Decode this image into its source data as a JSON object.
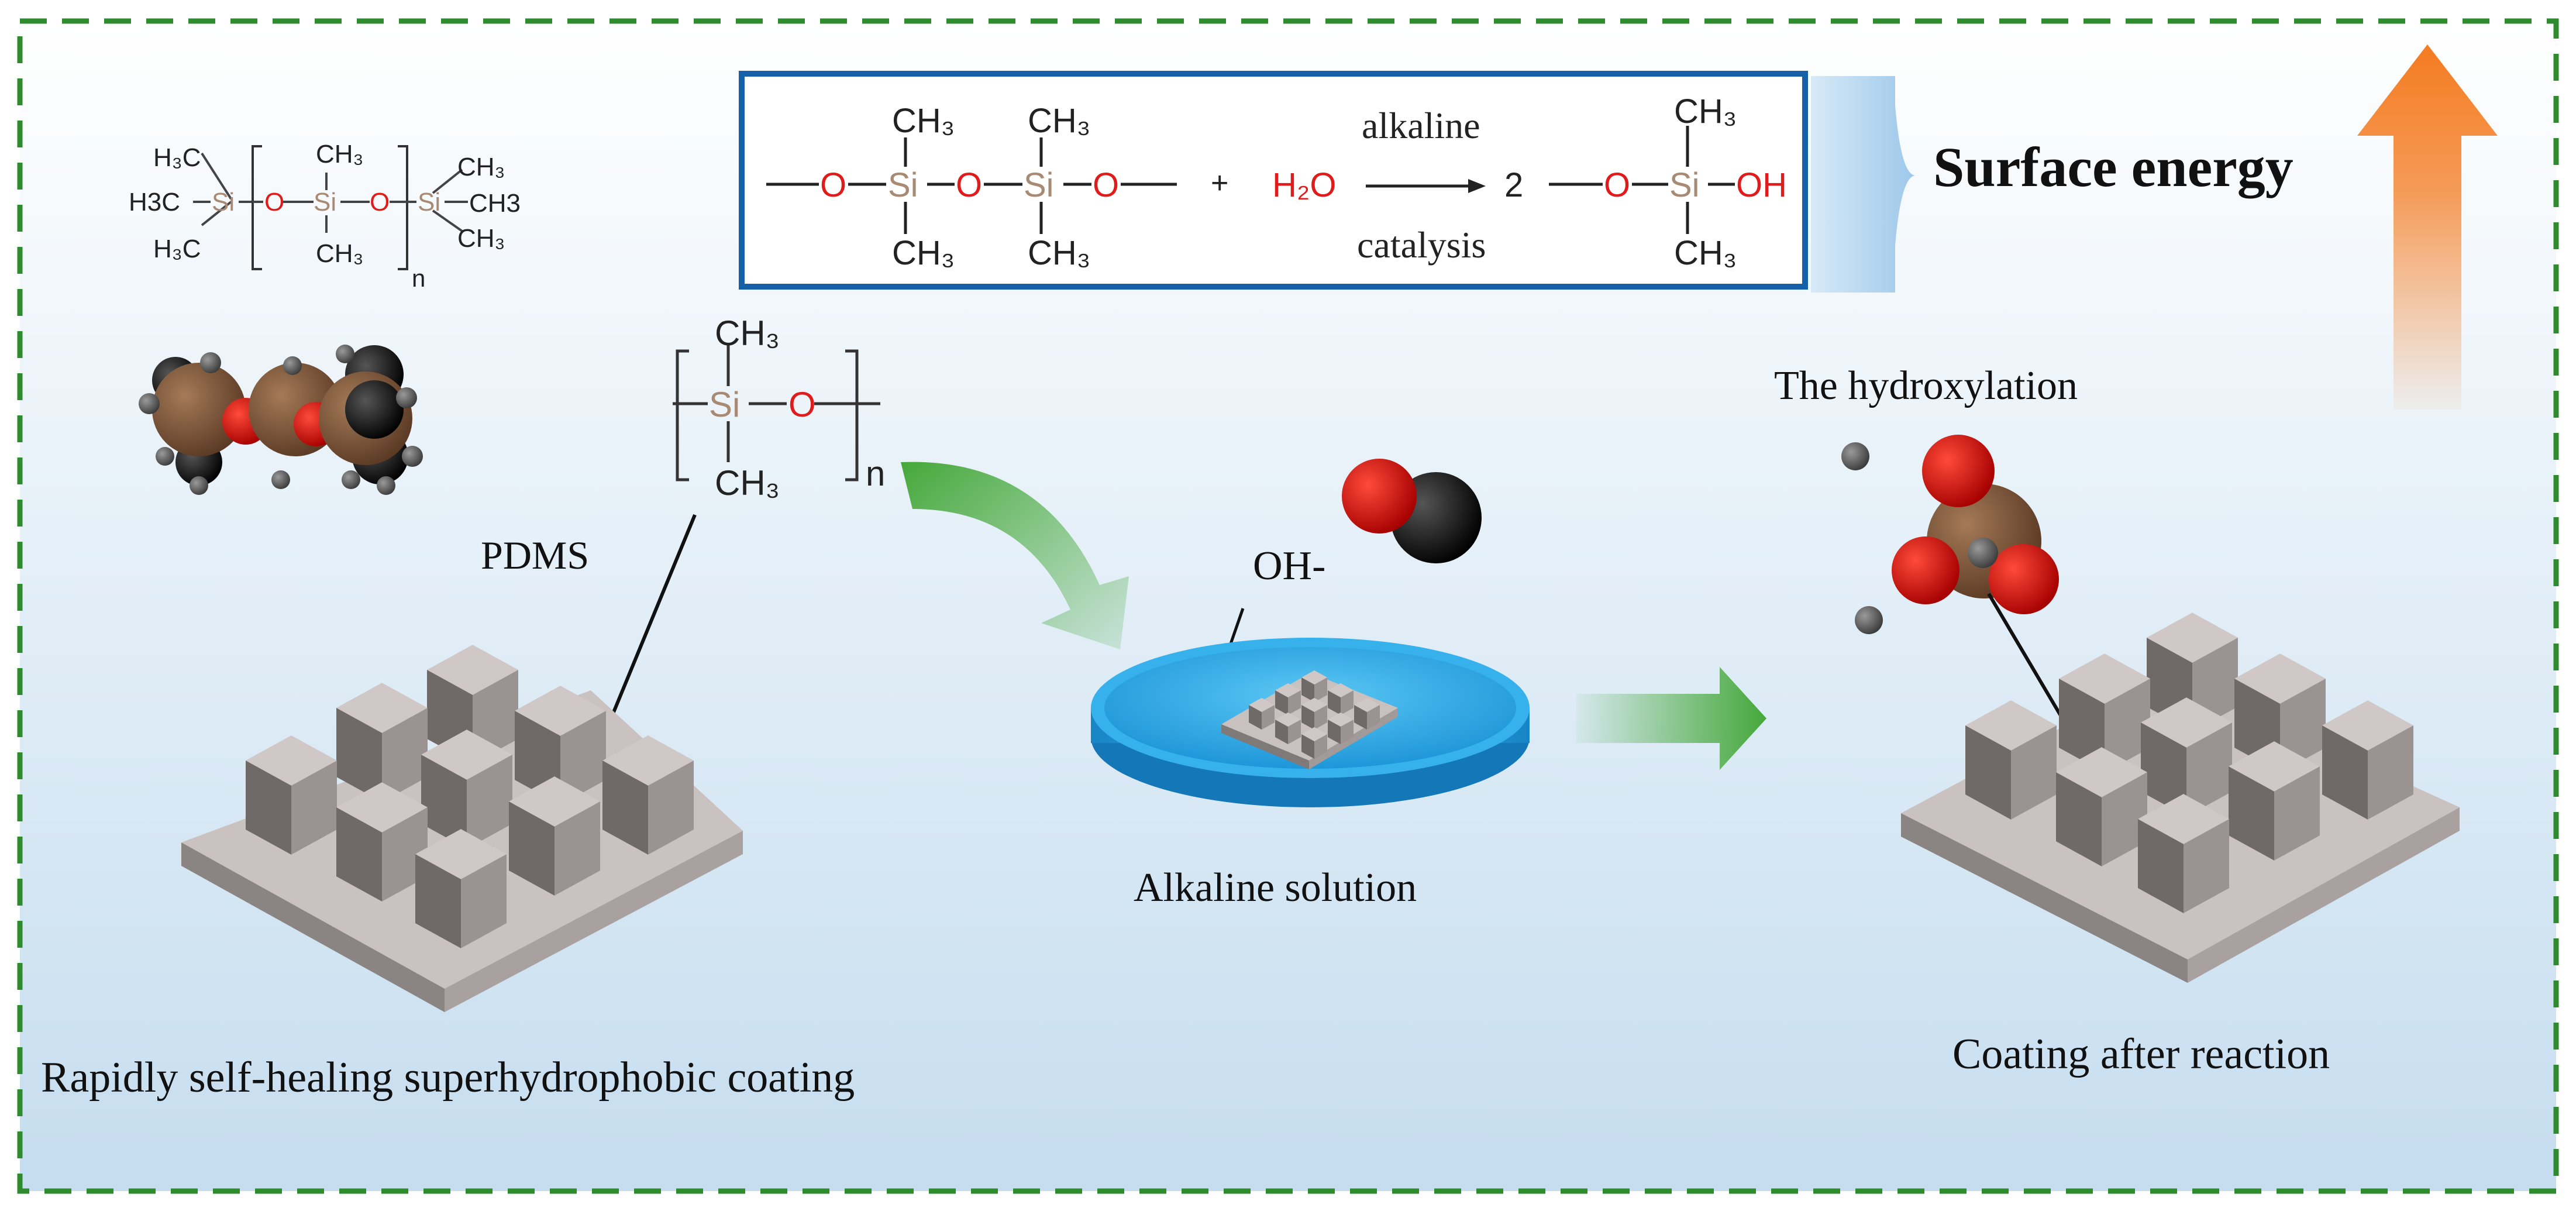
{
  "colors": {
    "frame_dash": "#2e8b2e",
    "background_top": "#ffffff",
    "background_bottom": "#c7dff0",
    "reaction_box_border": "#1560a6",
    "oxygen": "#e01b1b",
    "silicon": "#a88a74",
    "arrow_green": "#45a83a",
    "arrow_orange": "#f47b20",
    "dish_blue": "#2aa8e6",
    "block_grey": "#8d8786"
  },
  "formula": {
    "siloxane_chain": [
      "H3C",
      "Si",
      "O",
      "Si",
      "O",
      "Si",
      "CH3"
    ],
    "repeat_n": "n"
  },
  "pdms_unit": {
    "ch3_top": "CH3",
    "ch3_bottom": "CH3",
    "si": "Si",
    "o": "O",
    "n": "n",
    "label": "PDMS"
  },
  "reaction": {
    "reactant_chain": [
      "O",
      "Si",
      "O",
      "Si",
      "O"
    ],
    "plus": "+",
    "water": "H2O",
    "condition_top": "alkaline",
    "condition_bottom": "catalysis",
    "coefficient": "2",
    "product": [
      "O",
      "Si",
      "OH"
    ]
  },
  "labels": {
    "surface_energy": "Surface energy",
    "hydroxylation": "The hydroxylation",
    "hydroxide": "OH-",
    "alkaline_solution": "Alkaline solution",
    "self_healing_coating": "Rapidly self-healing superhydrophobic coating",
    "coating_after": "Coating after reaction"
  },
  "icons": {
    "molecule_left": "pdms-ball-model-icon",
    "molecule_oh": "hydroxide-ball-model-icon",
    "molecule_product": "silanol-ball-model-icon",
    "surface_increase": "up-arrow-icon"
  }
}
